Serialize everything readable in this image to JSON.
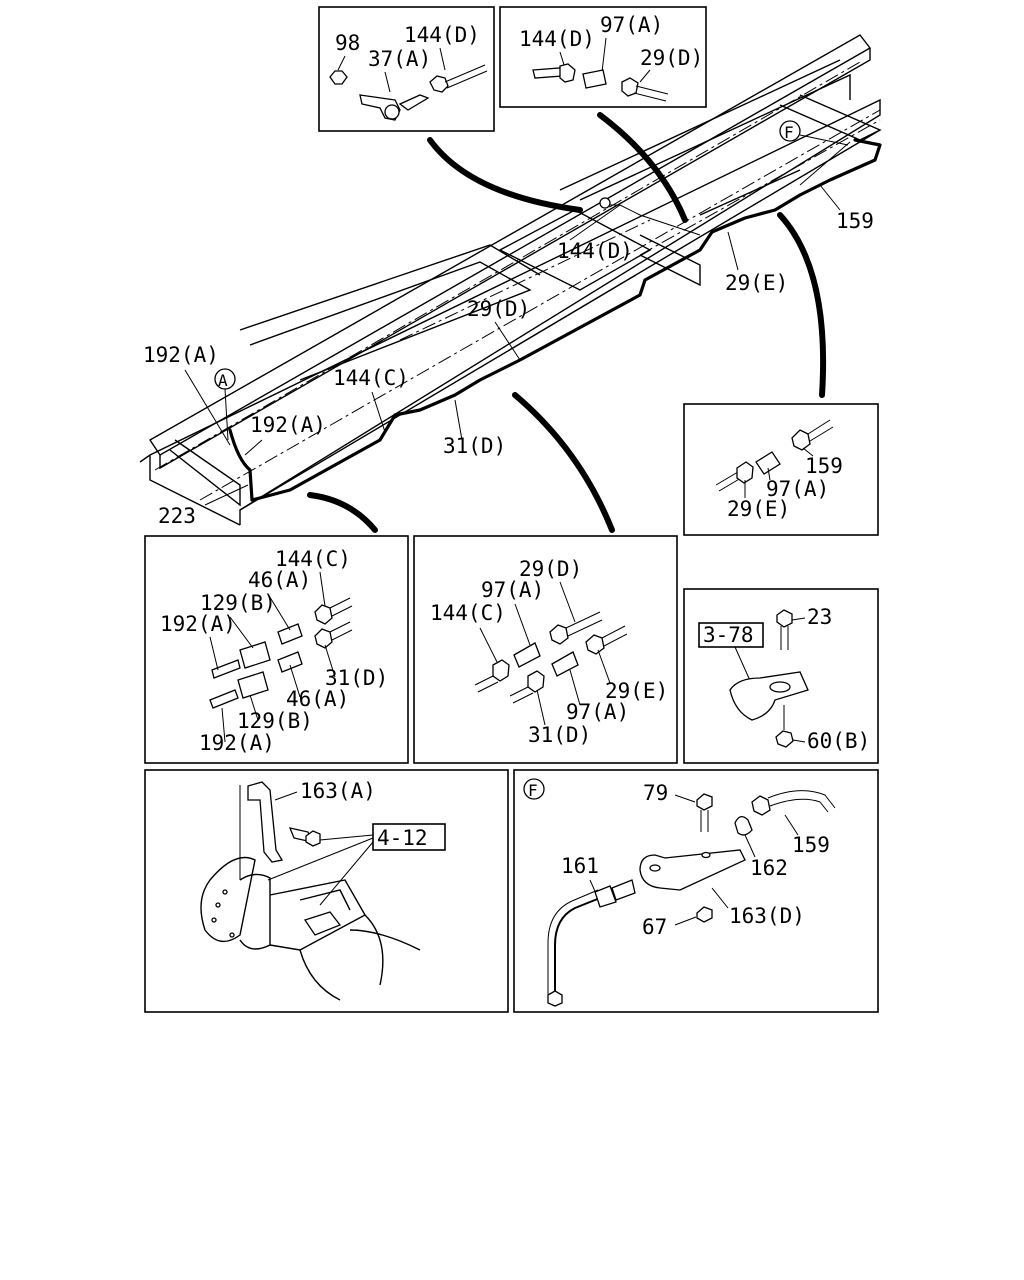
{
  "main": {
    "lbl_192a_top": "192(A)",
    "ref_a": "A",
    "lbl_192a_2": "192(A)",
    "lbl_223": "223",
    "lbl_144c": "144(C)",
    "lbl_31d": "31(D)",
    "lbl_29d": "29(D)",
    "lbl_144d": "144(D)",
    "lbl_29e": "29(E)",
    "lbl_159": "159",
    "ref_f": "F"
  },
  "detail_top_left": {
    "p98": "98",
    "p37a": "37(A)",
    "p144d": "144(D)"
  },
  "detail_top_mid": {
    "p144d": "144(D)",
    "p97a": "97(A)",
    "p29d": "29(D)"
  },
  "detail_right_mid": {
    "p159": "159",
    "p97a": "97(A)",
    "p29e": "29(E)"
  },
  "detail_row2_left": {
    "p144c": "144(C)",
    "p46a_1": "46(A)",
    "p129b_1": "129(B)",
    "p192a_1": "192(A)",
    "p31d": "31(D)",
    "p46a_2": "46(A)",
    "p129b_2": "129(B)",
    "p192a_2": "192(A)"
  },
  "detail_row2_mid": {
    "p29d": "29(D)",
    "p97a_1": "97(A)",
    "p144c": "144(C)",
    "p29e": "29(E)",
    "p97a_2": "97(A)",
    "p31d": "31(D)"
  },
  "detail_row2_right": {
    "ref": "3-78",
    "p23": "23",
    "p60b": "60(B)"
  },
  "detail_bottom_left": {
    "p163a": "163(A)",
    "ref": "4-12"
  },
  "detail_bottom_right": {
    "ref_f": "F",
    "p79": "79",
    "p159": "159",
    "p161": "161",
    "p162": "162",
    "p163d": "163(D)",
    "p67": "67"
  }
}
